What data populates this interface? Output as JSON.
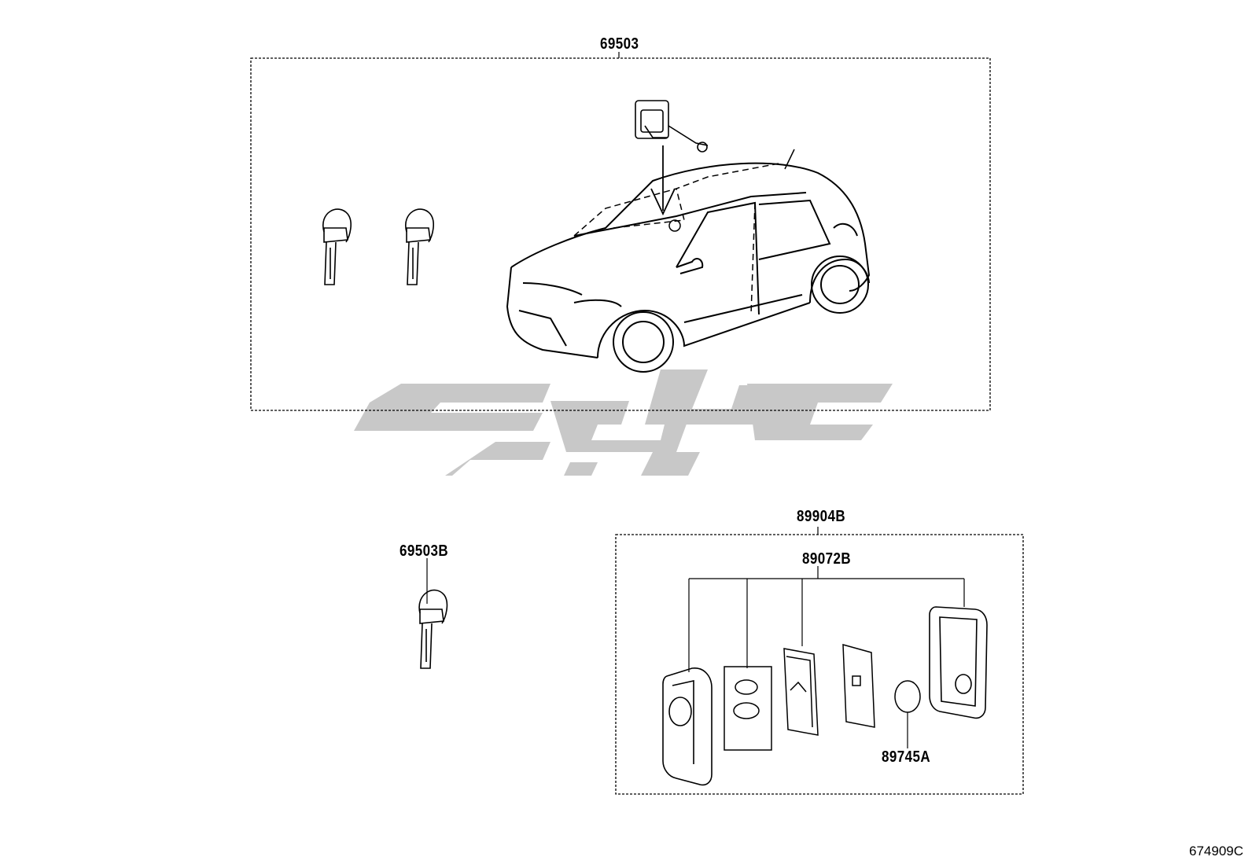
{
  "labels": {
    "main_assembly": "69503",
    "spare_key": "69503B",
    "remote_assembly": "89904B",
    "transmitter_parts": "89072B",
    "battery": "89745A"
  },
  "diagram_code": "674909C",
  "watermark_color": "#c8c8c8",
  "line_color": "#000000"
}
